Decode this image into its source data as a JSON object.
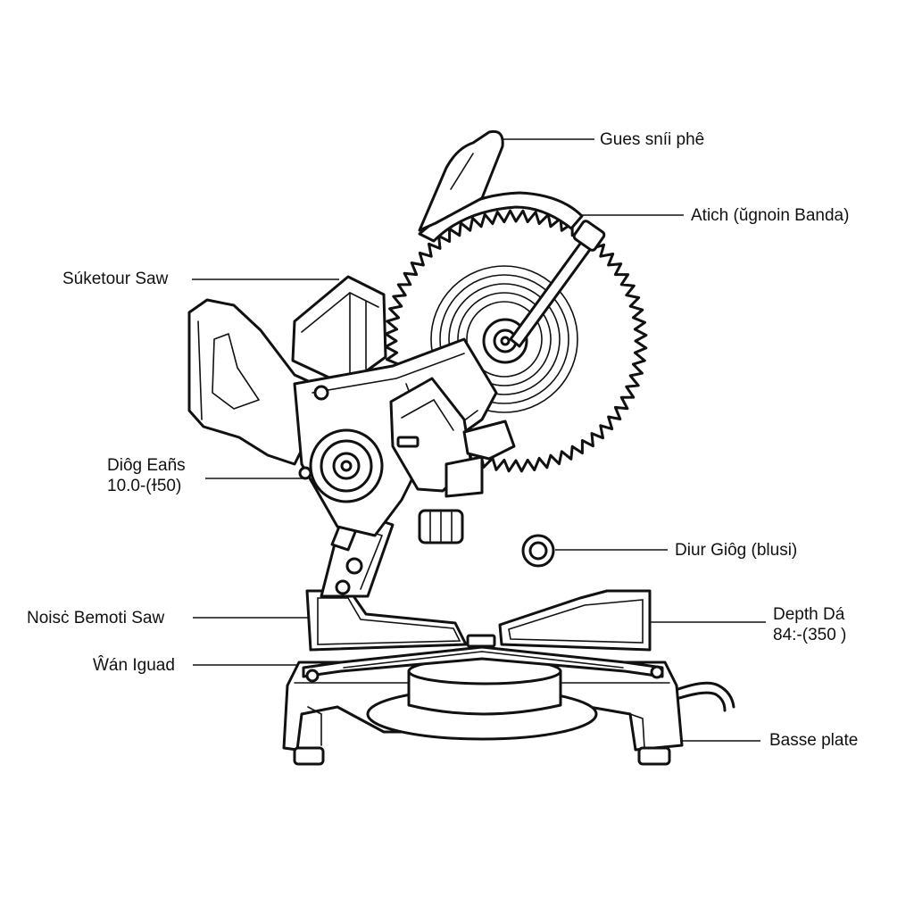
{
  "callouts": {
    "guard": "Gues sníi phê",
    "blade": "Atich (ŭgnoin Banda)",
    "motor": "Súketour Saw",
    "angle": {
      "line1": "Diôg Eañs",
      "line2": "10.0-(ɫ50)"
    },
    "knob": "Diur Giôg (blusi)",
    "fence_left": "Noisċ Bemoti Saw",
    "rail": "Ŵán Iguad",
    "depth": {
      "line1": "Depth Dá",
      "line2": "84:-(350 )"
    },
    "base": "Basse plate"
  }
}
